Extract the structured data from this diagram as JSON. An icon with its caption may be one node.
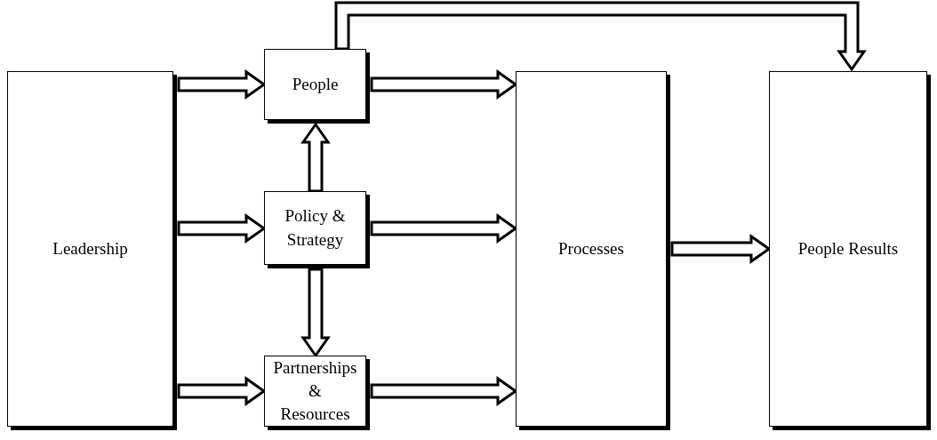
{
  "diagram": {
    "nodes": [
      {
        "text": [
          "Leadership"
        ]
      },
      {
        "text": [
          "People"
        ]
      },
      {
        "text": [
          "Policy & Strategy"
        ]
      },
      {
        "text": [
          "Partnerships & Resources"
        ]
      },
      {
        "text": [
          "Processes"
        ]
      },
      {
        "text": [
          "People Results"
        ]
      }
    ],
    "edges": [
      {
        "from": 0,
        "to": 1,
        "arrow": "to"
      },
      {
        "from": 0,
        "to": 2,
        "arrow": "to"
      },
      {
        "from": 0,
        "to": 3,
        "arrow": "to"
      },
      {
        "from": 2,
        "to": 1,
        "arrow": "to"
      },
      {
        "from": 2,
        "to": 3,
        "arrow": "to"
      },
      {
        "from": 1,
        "to": 4,
        "arrow": "to"
      },
      {
        "from": 2,
        "to": 4,
        "arrow": "to"
      },
      {
        "from": 3,
        "to": 4,
        "arrow": "to"
      },
      {
        "from": 4,
        "to": 5,
        "arrow": "to"
      },
      {
        "from": 1,
        "to": 5,
        "arrow": "to"
      }
    ]
  }
}
